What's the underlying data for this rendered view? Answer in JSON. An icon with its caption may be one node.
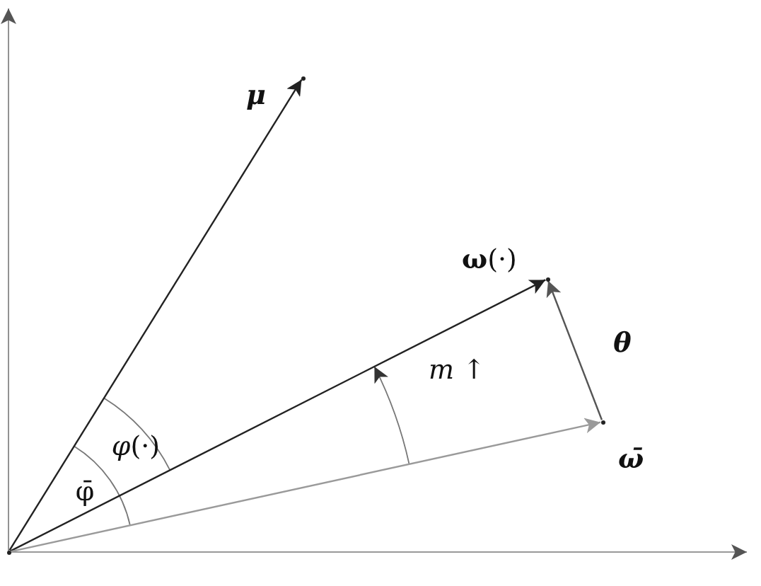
{
  "diagram": {
    "nodes": [
      {
        "text": [],
        "shape": "point"
      },
      {
        "text": [],
        "shape": "point"
      },
      {
        "text": [],
        "shape": "point"
      },
      {
        "text": [],
        "shape": "point"
      }
    ],
    "edges": [
      {
        "from": 0,
        "to": 1,
        "arrow": "to",
        "label": "μ"
      },
      {
        "from": 0,
        "to": 2,
        "arrow": "to",
        "label": "**ω**(·)"
      },
      {
        "from": 0,
        "to": 3,
        "arrow": "to",
        "label": "ω̄",
        "color": "#9a9a9a"
      },
      {
        "from": 3,
        "to": 2,
        "arrow": "to",
        "label": "θ",
        "color": "#555555"
      }
    ],
    "labels": [
      "*φ*(·)",
      "φ̄",
      "*m* ↑"
    ]
  }
}
